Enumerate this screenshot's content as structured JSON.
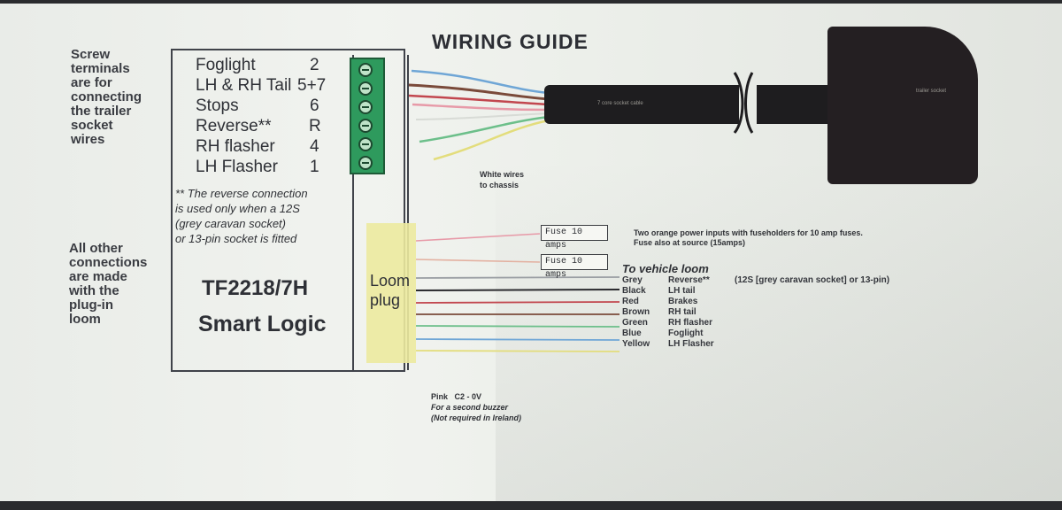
{
  "title": "WIRING GUIDE",
  "left_notes": {
    "screw_terminals": "Screw\nterminals\nare for\nconnecting\nthe trailer\nsocket\nwires",
    "other_connections": "All other\nconnections\nare made\nwith the\nplug-in\nloom"
  },
  "terminals": [
    {
      "name": "Foglight",
      "pin": "2"
    },
    {
      "name": "LH & RH Tail",
      "pin": "5+7"
    },
    {
      "name": "Stops",
      "pin": "6"
    },
    {
      "name": "Reverse**",
      "pin": "R"
    },
    {
      "name": "RH flasher",
      "pin": "4"
    },
    {
      "name": "LH Flasher",
      "pin": "1"
    }
  ],
  "reverse_note": [
    "** The reverse connection",
    "is used only when a 12S",
    "(grey caravan socket)",
    "or 13-pin socket is fitted"
  ],
  "model": "TF2218/7H",
  "product": "Smart Logic",
  "loom_plug": "Loom\nplug",
  "white_wires_note": [
    "White wires",
    "to chassis"
  ],
  "fuses": [
    "Fuse 10 amps",
    "Fuse 10 amps"
  ],
  "power_note": [
    "Two orange power inputs with fuseholders for 10 amp fuses.",
    "Fuse also at source (15amps)"
  ],
  "to_vehicle_loom": "To vehicle loom",
  "vehicle_loom": [
    {
      "color": "Grey",
      "function": "Reverse**",
      "extra": "(12S [grey caravan socket] or 13-pin)"
    },
    {
      "color": "Black",
      "function": "LH tail",
      "extra": ""
    },
    {
      "color": "Red",
      "function": "Brakes",
      "extra": ""
    },
    {
      "color": "Brown",
      "function": "RH tail",
      "extra": ""
    },
    {
      "color": "Green",
      "function": "RH flasher",
      "extra": ""
    },
    {
      "color": "Blue",
      "function": "Foglight",
      "extra": ""
    },
    {
      "color": "Yellow",
      "function": "LH Flasher",
      "extra": ""
    }
  ],
  "pink_note": [
    "Pink   C2 - 0V",
    "For a second buzzer",
    "(Not required in Ireland)"
  ],
  "wire_colors": {
    "blue": "#6fa6d6",
    "brown": "#7a4a3a",
    "red": "#c2474f",
    "pink": "#e79aa8",
    "green": "#6cbf8a",
    "yellow": "#e3dd7c",
    "black": "#2a2a2e",
    "grey": "#9a9ea3",
    "terminal_block": "#2e9a5d",
    "loom_plug": "#ecea9e"
  }
}
